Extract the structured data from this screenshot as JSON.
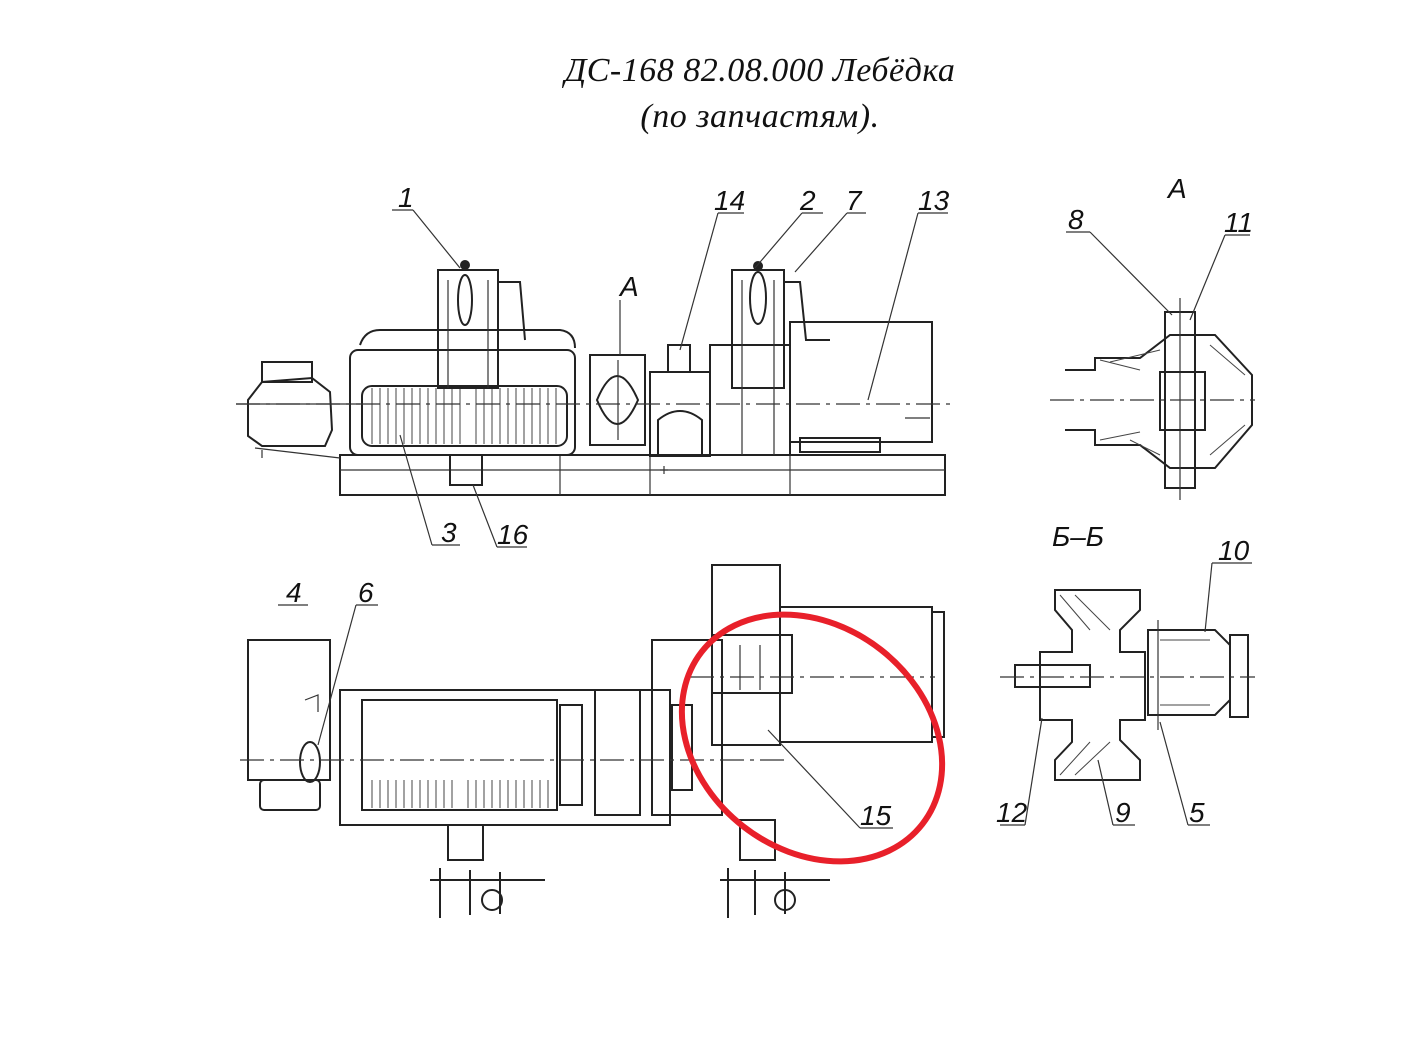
{
  "title": {
    "line1": "ДС-168 82.08.000 Лебёдка",
    "line2": "(по запчастям)."
  },
  "view_labels": {
    "detail_a_top": "А",
    "detail_a_main": "А",
    "section_bb": "Б–Б"
  },
  "callouts": {
    "p1": "1",
    "p2": "2",
    "p3": "3",
    "p4": "4",
    "p5": "5",
    "p6": "6",
    "p7": "7",
    "p8": "8",
    "p9": "9",
    "p10": "10",
    "p11": "11",
    "p12": "12",
    "p13": "13",
    "p14": "14",
    "p15": "15",
    "p16": "16"
  },
  "highlight": {
    "color": "#e8202a",
    "target": "15"
  }
}
